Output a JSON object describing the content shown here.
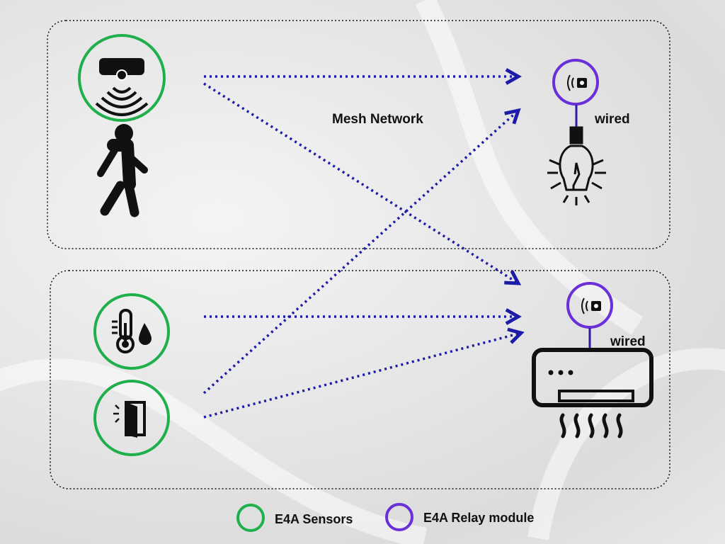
{
  "diagram": {
    "mesh_label": "Mesh Network",
    "wired_top": "wired",
    "wired_bottom": "wired"
  },
  "legend": {
    "sensors_label": "E4A Sensors",
    "relay_label": "E4A Relay module"
  },
  "colors": {
    "sensor_ring": "#1fb04c",
    "relay_ring": "#6a2fd8",
    "mesh_arrow": "#1c1ca8",
    "wire": "#2c1aa8"
  },
  "icons": [
    "ceiling-motion-sensor-icon",
    "walking-person-icon",
    "thermometer-humidity-icon",
    "door-sensor-icon",
    "relay-module-icon",
    "light-bulb-icon",
    "air-conditioner-icon"
  ]
}
